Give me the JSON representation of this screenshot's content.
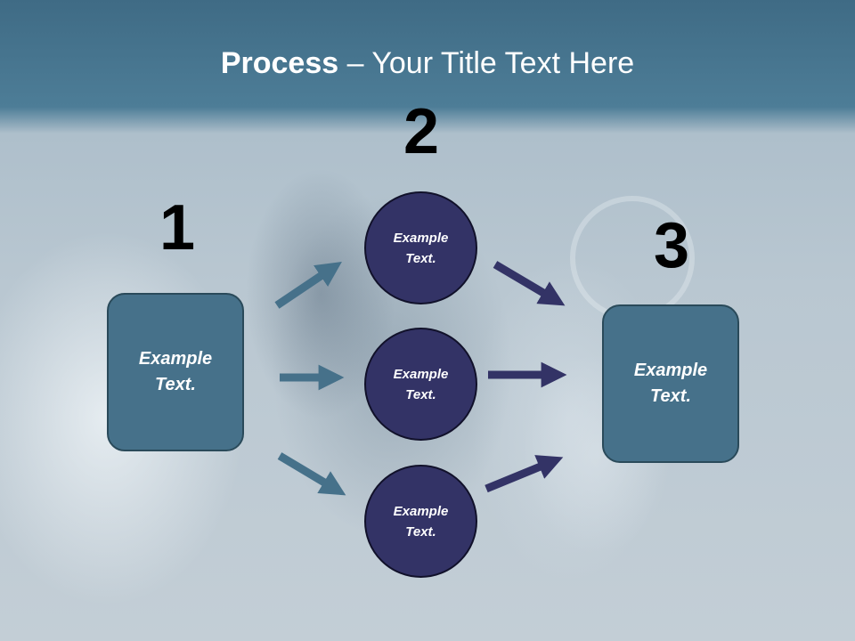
{
  "slide": {
    "title_bold": "Process",
    "title_rest": " – Your Title Text Here"
  },
  "steps": {
    "step1": {
      "number": "1",
      "box_text": "Example Text."
    },
    "step2": {
      "number": "2",
      "circles": [
        {
          "text": "Example Text."
        },
        {
          "text": "Example Text."
        },
        {
          "text": "Example Text."
        }
      ]
    },
    "step3": {
      "number": "3",
      "box_text": "Example Text."
    }
  },
  "colors": {
    "box_fill": "#46718a",
    "circle_fill": "#333366",
    "arrow_left": "#46718a",
    "arrow_right": "#333366",
    "title_text": "#ffffff",
    "number_text": "#000000"
  }
}
